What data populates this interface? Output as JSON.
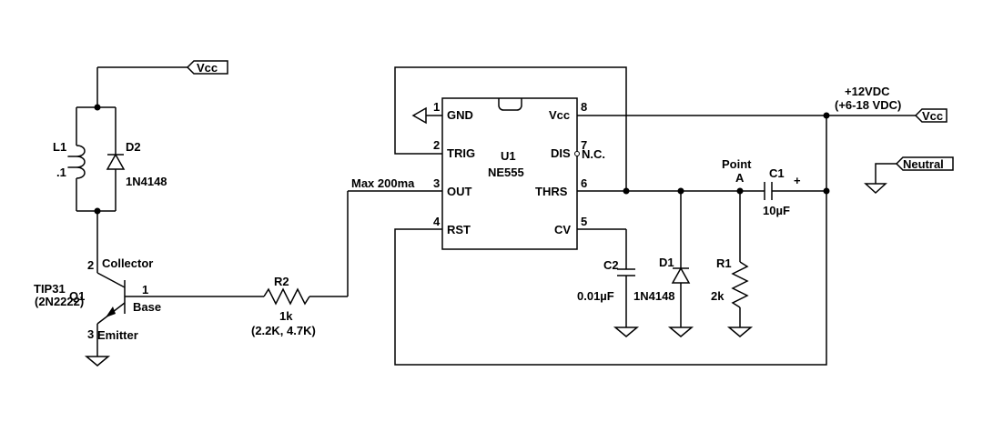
{
  "ic": {
    "ref": "U1",
    "part": "NE555",
    "pins": [
      {
        "num": "1",
        "name": "GND"
      },
      {
        "num": "2",
        "name": "TRIG"
      },
      {
        "num": "3",
        "name": "OUT"
      },
      {
        "num": "4",
        "name": "RST"
      },
      {
        "num": "8",
        "name": "Vcc"
      },
      {
        "num": "7",
        "name": "DIS"
      },
      {
        "num": "6",
        "name": "THRS"
      },
      {
        "num": "5",
        "name": "CV"
      }
    ],
    "nc": "N.C."
  },
  "ports": {
    "vcc_top": "Vcc",
    "vcc_right": "Vcc",
    "neutral": "Neutral"
  },
  "supply": {
    "line1": "+12VDC",
    "line2": "(+6-18 VDC)"
  },
  "out_note": "Max 200ma",
  "point_a": {
    "line1": "Point",
    "line2": "A"
  },
  "components": {
    "L1": {
      "ref": "L1",
      "value": ".1"
    },
    "D2": {
      "ref": "D2",
      "value": "1N4148"
    },
    "Q1": {
      "ref": "Q1",
      "part": "TIP31",
      "alt": "(2N2222)",
      "pin_collector": "2",
      "collector": "Collector",
      "pin_base": "1",
      "base": "Base",
      "pin_emitter": "3",
      "emitter": "Emitter"
    },
    "R2": {
      "ref": "R2",
      "value": "1k",
      "alt": "(2.2K, 4.7K)"
    },
    "C2": {
      "ref": "C2",
      "value": "0.01µF"
    },
    "D1": {
      "ref": "D1",
      "value": "1N4148"
    },
    "R1": {
      "ref": "R1",
      "value": "2k"
    },
    "C1": {
      "ref": "C1",
      "value": "10µF",
      "polarity": "+"
    }
  },
  "icons": {
    "ground": "ground-symbol-icon",
    "port": "port-flag-icon",
    "junction": "junction-dot-icon"
  }
}
